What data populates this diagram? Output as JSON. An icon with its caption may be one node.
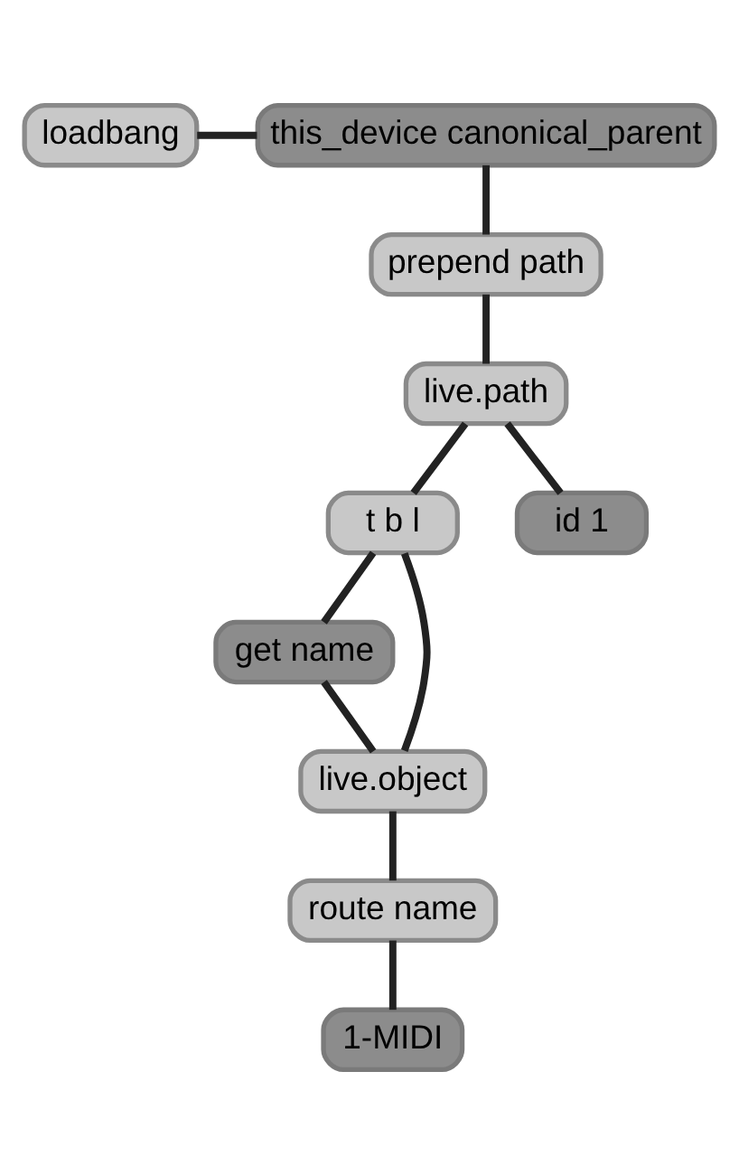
{
  "diagram": {
    "nodes": [
      {
        "text": [
          "loadbang"
        ]
      },
      {
        "text": [
          "this_device canonical_parent"
        ]
      },
      {
        "text": [
          "prepend path"
        ]
      },
      {
        "text": [
          "live.path"
        ]
      },
      {
        "text": [
          "t b l"
        ]
      },
      {
        "text": [
          "id 1"
        ]
      },
      {
        "text": [
          "get name"
        ]
      },
      {
        "text": [
          "live.object"
        ]
      },
      {
        "text": [
          "route name"
        ]
      },
      {
        "text": [
          "1-MIDI"
        ]
      }
    ],
    "edges": [
      {
        "from": 0,
        "to": 1,
        "arrow": "none"
      },
      {
        "from": 1,
        "to": 2,
        "arrow": "none"
      },
      {
        "from": 2,
        "to": 3,
        "arrow": "none"
      },
      {
        "from": 3,
        "to": 4,
        "arrow": "none"
      },
      {
        "from": 3,
        "to": 5,
        "arrow": "none"
      },
      {
        "from": 4,
        "to": 6,
        "arrow": "none"
      },
      {
        "from": 4,
        "to": 7,
        "arrow": "none"
      },
      {
        "from": 6,
        "to": 7,
        "arrow": "none"
      },
      {
        "from": 7,
        "to": 8,
        "arrow": "none"
      },
      {
        "from": 8,
        "to": 9,
        "arrow": "none"
      }
    ]
  }
}
